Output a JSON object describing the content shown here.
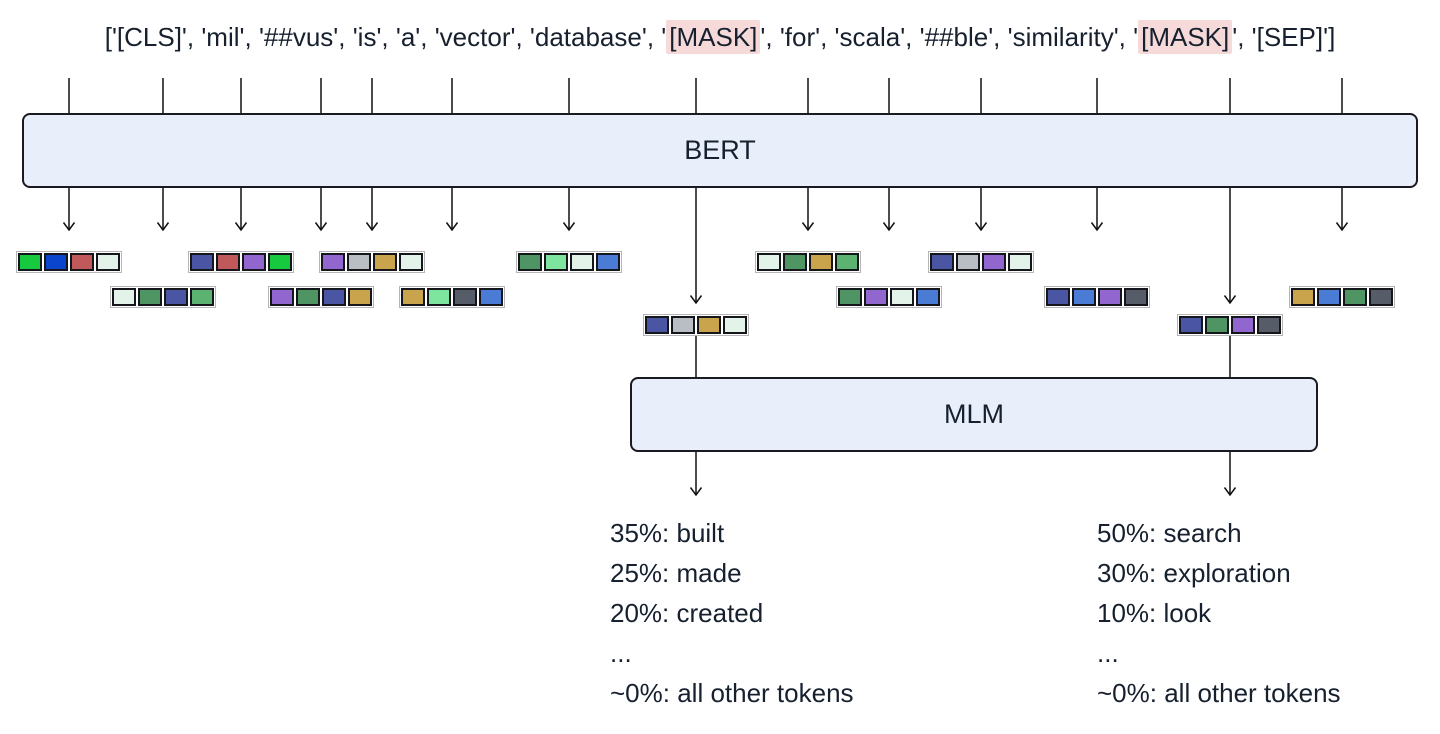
{
  "diagram": {
    "bert_label": "BERT",
    "mlm_label": "MLM",
    "token_line_format": {
      "open_bracket": "[",
      "close_bracket": "]",
      "quote": "'",
      "separator": ", "
    },
    "tokens": [
      {
        "text": "[CLS]",
        "mask": false,
        "embedding": [
          "#17C93F",
          "#0B45CE",
          "#C05A5A",
          "#E3F3E9"
        ]
      },
      {
        "text": "mil",
        "mask": false,
        "embedding": [
          "#E3F3E9",
          "#4F9463",
          "#4A55A3",
          "#5CB371"
        ]
      },
      {
        "text": "##vus",
        "mask": false,
        "embedding": [
          "#4A55A3",
          "#C05A5A",
          "#9266CF",
          "#17C93F"
        ]
      },
      {
        "text": "is",
        "mask": false,
        "embedding": [
          "#9266CF",
          "#4F9463",
          "#4A55A3",
          "#C9A44C"
        ]
      },
      {
        "text": "a",
        "mask": false,
        "embedding": [
          "#9266CF",
          "#B9BDC4",
          "#C9A44C",
          "#E3F3E9"
        ]
      },
      {
        "text": "vector",
        "mask": false,
        "embedding": [
          "#C9A44C",
          "#7DE59E",
          "#575D68",
          "#4B7CD5"
        ]
      },
      {
        "text": "database",
        "mask": false,
        "embedding": [
          "#4F9463",
          "#7DE59E",
          "#E3F3E9",
          "#4B7CD5"
        ]
      },
      {
        "text": "[MASK]",
        "mask": true,
        "embedding": [
          "#4A55A3",
          "#B9BDC4",
          "#C9A44C",
          "#E3F3E9"
        ]
      },
      {
        "text": "for",
        "mask": false,
        "embedding": [
          "#E3F3E9",
          "#4F9463",
          "#C9A44C",
          "#5CB371"
        ]
      },
      {
        "text": "scala",
        "mask": false,
        "embedding": [
          "#4F9463",
          "#9266CF",
          "#E3F3E9",
          "#4B7CD5"
        ]
      },
      {
        "text": "##ble",
        "mask": false,
        "embedding": [
          "#4A55A3",
          "#B9BDC4",
          "#9266CF",
          "#E3F3E9"
        ]
      },
      {
        "text": "similarity",
        "mask": false,
        "embedding": [
          "#4A55A3",
          "#4B7CD5",
          "#9266CF",
          "#575D68"
        ]
      },
      {
        "text": "[MASK]",
        "mask": true,
        "embedding": [
          "#4A55A3",
          "#4F9463",
          "#9266CF",
          "#575D68"
        ]
      },
      {
        "text": "[SEP]",
        "mask": false,
        "embedding": [
          "#C9A44C",
          "#4B7CD5",
          "#4F9463",
          "#575D68"
        ]
      }
    ],
    "predictions": {
      "left": [
        "35%: built",
        "25%: made",
        "20%: created",
        "...",
        "~0%: all other tokens"
      ],
      "right": [
        "50%: search",
        "30%: exploration",
        "10%: look",
        "...",
        "~0%: all other tokens"
      ]
    },
    "colors": {
      "mask_highlight": "#F6D9D9",
      "box_fill": "#E9EFFA",
      "box_border": "#1A1A23",
      "text": "#16202E",
      "line": "#111111"
    }
  }
}
